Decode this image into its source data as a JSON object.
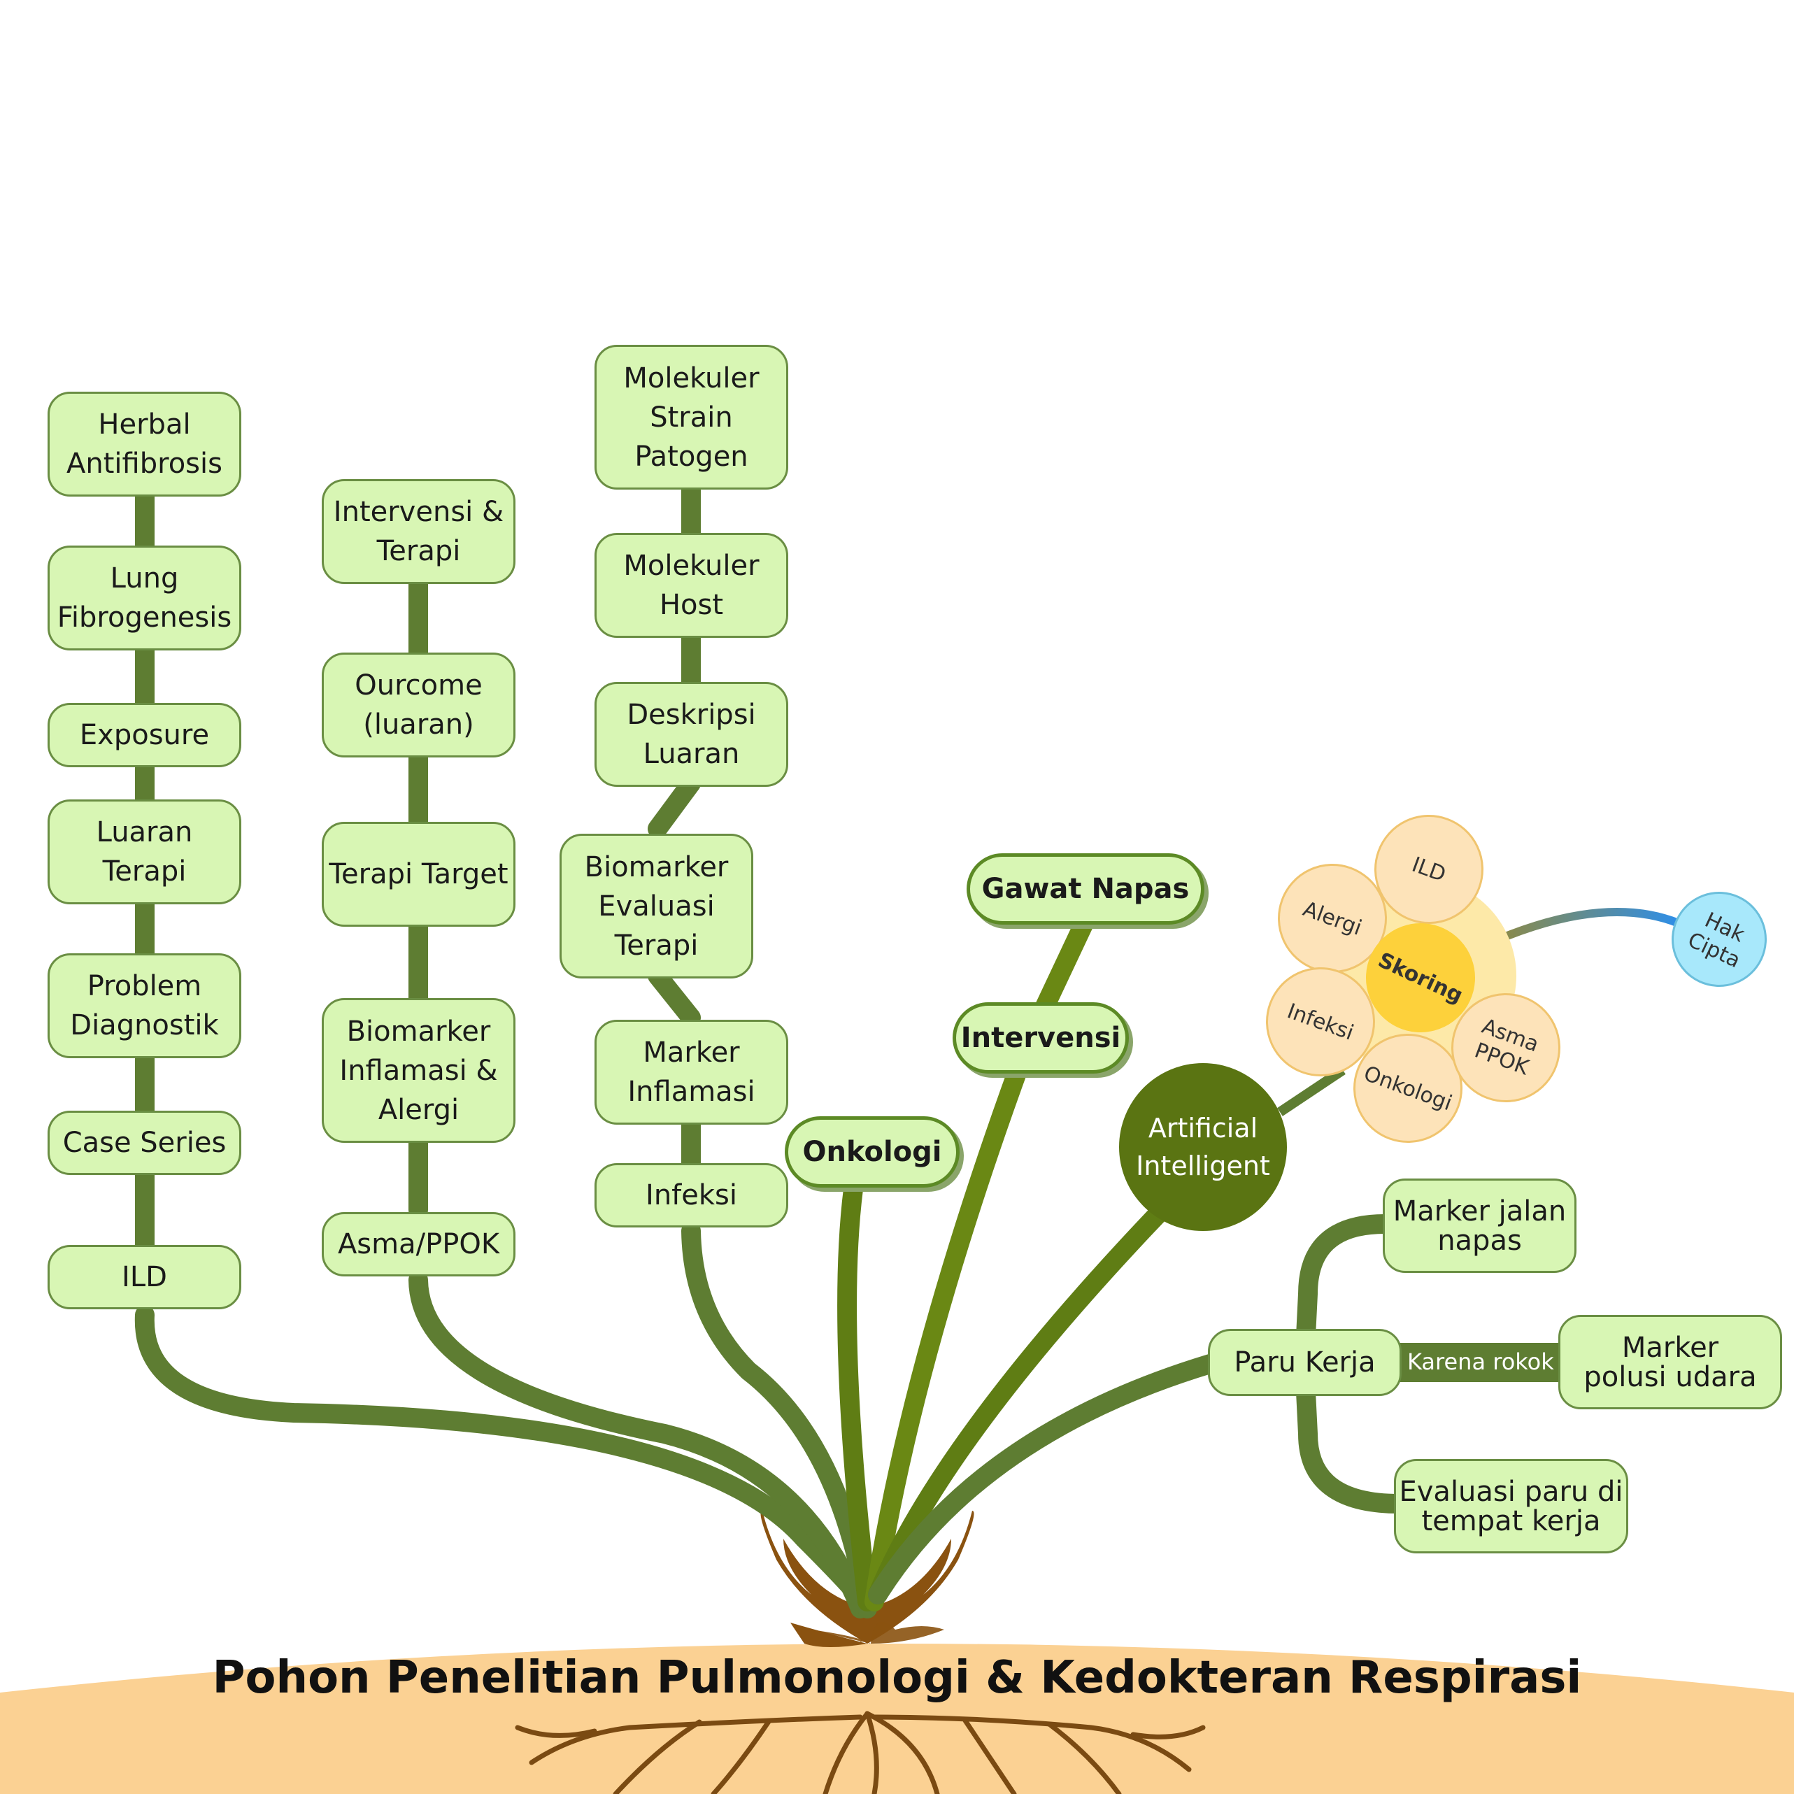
{
  "title": "Pohon Penelitian Pulmonologi & Kedokteran Respirasi",
  "colors": {
    "branch": "#5e7d32",
    "node_fill": "#d8f6b4",
    "node_border": "#6a8e43",
    "ai_fill": "#5a7412",
    "petal_fill": "#fde3b9",
    "skoring_fill": "#fdd13b",
    "hak_cipta_fill": "#a8e8fb",
    "soil": "#fbd193",
    "root": "#7a4a12"
  },
  "columns": {
    "col1": [
      "Herbal\nAntifibrosis",
      "Lung\nFibrogenesis",
      "Exposure",
      "Luaran\nTerapi",
      "Problem\nDiagnostik",
      "Case Series",
      "ILD"
    ],
    "col2": [
      "Intervensi &\nTerapi",
      "Ourcome\n(luaran)",
      "Terapi Target",
      "Biomarker\nInflamasi &\nAlergi",
      "Asma/PPOK"
    ],
    "col3": [
      "Molekuler\nStrain\nPatogen",
      "Molekuler\nHost",
      "Deskripsi\nLuaran",
      "Biomarker\nEvaluasi\nTerapi",
      "Marker\nInflamasi",
      "Infeksi"
    ]
  },
  "pills": {
    "gawat_napas": "Gawat Napas",
    "intervensi": "Intervensi",
    "onkologi": "Onkologi"
  },
  "ai": {
    "label": "Artificial\nIntelligent",
    "center": "Skoring",
    "petals": [
      "ILD",
      "Alergi",
      "Infeksi",
      "Onkologi",
      "Asma\nPPOK"
    ],
    "hak_cipta": "Hak\nCipta"
  },
  "paru_kerja": {
    "label": "Paru Kerja",
    "edge_label": "Karena rokok",
    "children": [
      "Marker jalan\nnapas",
      "Marker\npolusi udara",
      "Evaluasi paru di\ntempat kerja"
    ]
  }
}
